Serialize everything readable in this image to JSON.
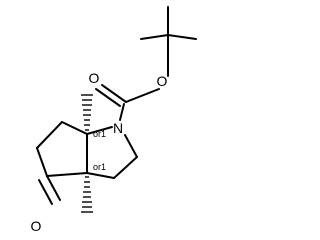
{
  "structure": {
    "atoms": {
      "N": "N",
      "O_carbonyl": "O",
      "O_ester": "O",
      "O_ketone": "O"
    },
    "stereo": {
      "upper": "or1",
      "lower": "or1"
    }
  },
  "colors": {
    "bond": "#000000",
    "background": "#ffffff"
  }
}
